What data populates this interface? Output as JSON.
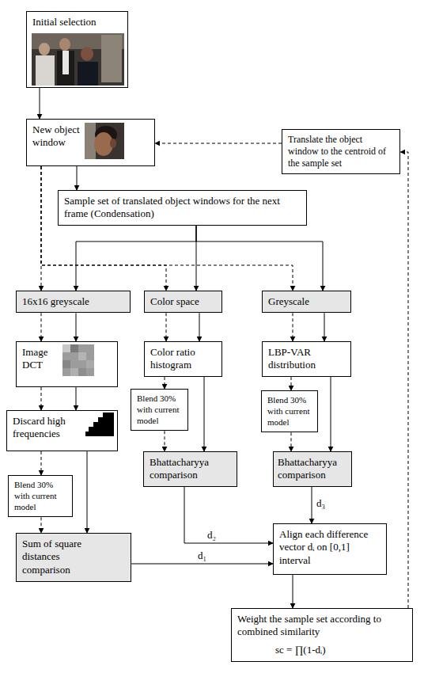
{
  "diagram": {
    "nodes": [
      {
        "text": [
          "Initial selection"
        ]
      },
      {
        "text": [
          "New object window"
        ]
      },
      {
        "text": [
          "Translate the object window to the centroid of the sample set"
        ]
      },
      {
        "text": [
          "Sample set of translated object windows for the next frame (Condensation)"
        ]
      },
      {
        "text": [
          "16x16 greyscale"
        ]
      },
      {
        "text": [
          "Color space"
        ]
      },
      {
        "text": [
          "Greyscale"
        ]
      },
      {
        "text": [
          "Image DCT"
        ]
      },
      {
        "text": [
          "Color ratio histogram"
        ]
      },
      {
        "text": [
          "LBP-VAR distribution"
        ]
      },
      {
        "text": [
          "Blend 30% with current model"
        ]
      },
      {
        "text": [
          "Blend 30% with current model"
        ]
      },
      {
        "text": [
          "Discard high frequencies"
        ]
      },
      {
        "text": [
          "Bhattacharyya comparison"
        ]
      },
      {
        "text": [
          "Bhattacharyya comparison"
        ]
      },
      {
        "text": [
          "Blend 30% with current model"
        ]
      },
      {
        "text": [
          "Sum of square distances comparison"
        ]
      },
      {
        "text": [
          "Align each difference vector dᵢ on [0,1] interval"
        ]
      },
      {
        "text": [
          "Weight the sample set according to combined similarity",
          "sc = ∏(1-dᵢ)"
        ]
      }
    ],
    "edges": [
      {
        "from": 0,
        "to": 1,
        "arrow": "to"
      },
      {
        "from": 1,
        "to": 3,
        "arrow": "to"
      },
      {
        "from": 3,
        "to": 4,
        "arrow": "to"
      },
      {
        "from": 3,
        "to": 5,
        "arrow": "to"
      },
      {
        "from": 3,
        "to": 6,
        "arrow": "to"
      },
      {
        "from": 1,
        "to": 4,
        "arrow": "to"
      },
      {
        "from": 1,
        "to": 5,
        "arrow": "to"
      },
      {
        "from": 1,
        "to": 6,
        "arrow": "to"
      },
      {
        "from": 4,
        "to": 7,
        "arrow": "to"
      },
      {
        "from": 4,
        "to": 7,
        "arrow": "to"
      },
      {
        "from": 5,
        "to": 8,
        "arrow": "to"
      },
      {
        "from": 5,
        "to": 8,
        "arrow": "to"
      },
      {
        "from": 6,
        "to": 9,
        "arrow": "to"
      },
      {
        "from": 6,
        "to": 9,
        "arrow": "to"
      },
      {
        "from": 7,
        "to": 12,
        "arrow": "to"
      },
      {
        "from": 7,
        "to": 12,
        "arrow": "to"
      },
      {
        "from": 12,
        "to": 15,
        "arrow": "to"
      },
      {
        "from": 15,
        "to": 16,
        "arrow": "to"
      },
      {
        "from": 12,
        "to": 16,
        "arrow": "to"
      },
      {
        "from": 8,
        "to": 10,
        "arrow": "to"
      },
      {
        "from": 10,
        "to": 13,
        "arrow": "to"
      },
      {
        "from": 8,
        "to": 13,
        "arrow": "to"
      },
      {
        "from": 9,
        "to": 11,
        "arrow": "to"
      },
      {
        "from": 11,
        "to": 14,
        "arrow": "to"
      },
      {
        "from": 9,
        "to": 14,
        "arrow": "to"
      },
      {
        "from": 16,
        "to": 17,
        "label": "d₁",
        "arrow": "to"
      },
      {
        "from": 13,
        "to": 17,
        "label": "d₂",
        "arrow": "to"
      },
      {
        "from": 14,
        "to": 17,
        "label": "d₃",
        "arrow": "to"
      },
      {
        "from": 17,
        "to": 18,
        "arrow": "to"
      },
      {
        "from": 18,
        "to": 2,
        "arrow": "to"
      },
      {
        "from": 2,
        "to": 1,
        "arrow": "to"
      }
    ]
  }
}
